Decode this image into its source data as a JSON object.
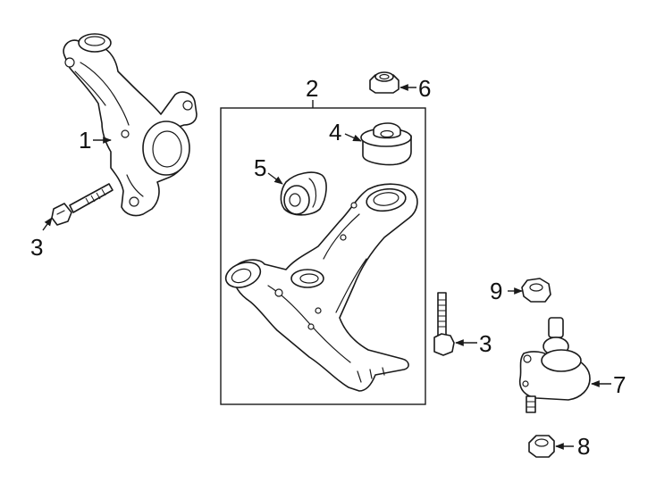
{
  "callouts": {
    "c1": "1",
    "c2": "2",
    "c3_bolt_left": "3",
    "c3_bolt_right": "3",
    "c4": "4",
    "c5": "5",
    "c6": "6",
    "c7": "7",
    "c8": "8",
    "c9": "9"
  },
  "parts": [
    {
      "callout": "1",
      "icon": "steering-knuckle-icon"
    },
    {
      "callout": "2",
      "icon": "control-arm-icon"
    },
    {
      "callout": "3",
      "icon": "bolt-icon"
    },
    {
      "callout": "4",
      "icon": "bushing-icon"
    },
    {
      "callout": "5",
      "icon": "bushing-icon"
    },
    {
      "callout": "6",
      "icon": "nut-icon"
    },
    {
      "callout": "7",
      "icon": "ball-joint-icon"
    },
    {
      "callout": "8",
      "icon": "nut-icon"
    },
    {
      "callout": "9",
      "icon": "nut-icon"
    }
  ]
}
